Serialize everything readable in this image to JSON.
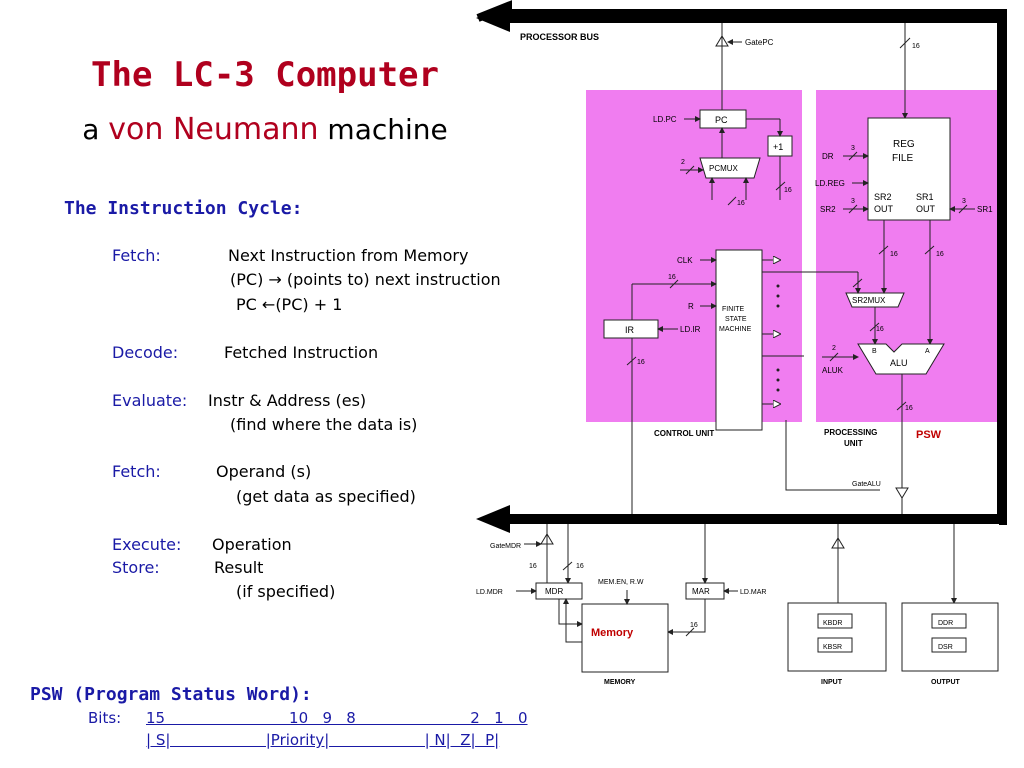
{
  "title": "The LC-3 Computer",
  "subtitle": {
    "prefix": "a ",
    "highlight": "von Neumann",
    "suffix": " machine"
  },
  "cycle_heading": "The Instruction Cycle:",
  "steps": [
    {
      "label": "Fetch:",
      "lines": [
        "Next Instruction from Memory",
        "(PC) → (points to) next instruction",
        "PC ←(PC) + 1"
      ]
    },
    {
      "label": "Decode:",
      "lines": [
        "Fetched Instruction"
      ]
    },
    {
      "label": "Evaluate:",
      "lines": [
        "Instr & Address (es)",
        "(find where the data is)"
      ]
    },
    {
      "label": "Fetch:",
      "lines": [
        "Operand (s)",
        "(get data as specified)"
      ]
    },
    {
      "label": "Execute:",
      "lines": [
        "Operation"
      ]
    },
    {
      "label": "Store:",
      "lines": [
        "Result",
        "(if specified)"
      ]
    }
  ],
  "psw": {
    "heading": "PSW (Program Status Word):",
    "bits_label": "Bits:",
    "bits_line": "15                          10   9   8                        2   1   0",
    "fields_line": "| S|                    |Priority|                    | N|  Z|  P|"
  },
  "diagram": {
    "processor_bus": "PROCESSOR BUS",
    "gate_pc": "GatePC",
    "ld_pc": "LD.PC",
    "pc": "PC",
    "plus_one": "+1",
    "pcmux": "PCMUX",
    "reg_file": [
      "REG",
      "FILE"
    ],
    "dr": "DR",
    "ld_reg": "LD.REG",
    "sr2": "SR2",
    "sr1": "SR1",
    "sr2_out": [
      "SR2",
      "OUT"
    ],
    "sr1_out": [
      "SR1",
      "OUT"
    ],
    "clk": "CLK",
    "r": "R",
    "fsm": [
      "FINITE",
      "STATE",
      "MACHINE"
    ],
    "ir": "IR",
    "ld_ir": "LD.IR",
    "sr2mux": "SR2MUX",
    "alu": "ALU",
    "aluk": "ALUK",
    "alu_b": "B",
    "alu_a": "A",
    "control_unit": "CONTROL UNIT",
    "processing_unit": [
      "PROCESSING",
      "UNIT"
    ],
    "psw_tag": "PSW",
    "gate_alu": "GateALU",
    "gate_mdr": "GateMDR",
    "ld_mdr": "LD.MDR",
    "mdr": "MDR",
    "mem_en": "MEM.EN, R.W",
    "mar": "MAR",
    "ld_mar": "LD.MAR",
    "memory_tag": "Memory",
    "memory_label": "MEMORY",
    "kbdr": "KBDR",
    "kbsr": "KBSR",
    "input": "INPUT",
    "ddr": "DDR",
    "dsr": "DSR",
    "output": "OUTPUT",
    "width_16": "16",
    "width_2": "2",
    "width_3": "3"
  }
}
